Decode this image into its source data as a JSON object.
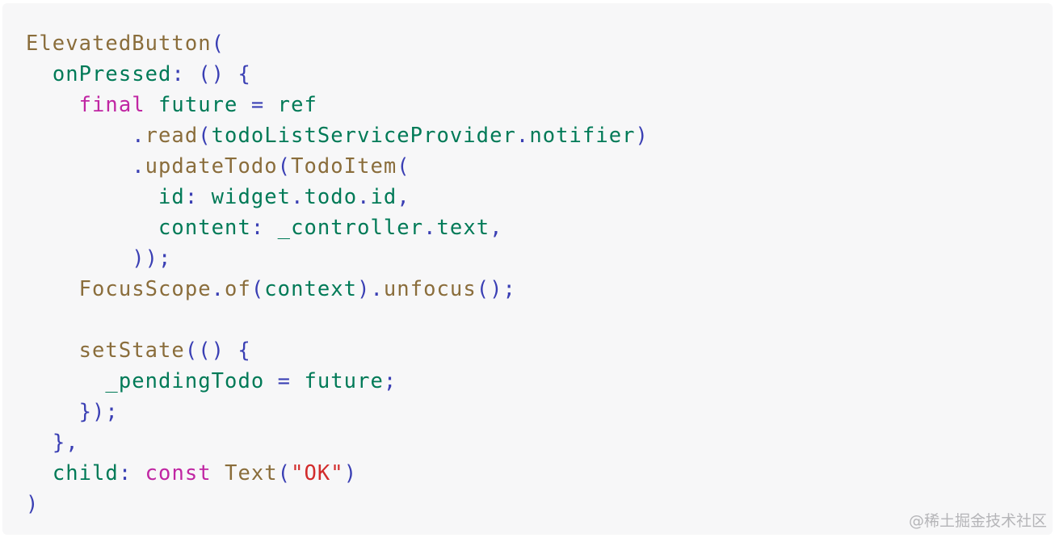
{
  "colors": {
    "background": "#f7f7f8",
    "function": "#8a6d3b",
    "keyword": "#c026a3",
    "identifier": "#007a57",
    "string": "#d22c2c",
    "punctuation": "#3a3fb4",
    "watermark": "#b5b5b8"
  },
  "code": {
    "lines": [
      [
        {
          "t": "ElevatedButton",
          "k": "fn"
        },
        {
          "t": "(",
          "k": "punc"
        }
      ],
      [
        {
          "t": "  ",
          "k": "ws"
        },
        {
          "t": "onPressed",
          "k": "id"
        },
        {
          "t": ": () {",
          "k": "punc"
        }
      ],
      [
        {
          "t": "    ",
          "k": "ws"
        },
        {
          "t": "final",
          "k": "kw"
        },
        {
          "t": " ",
          "k": "ws"
        },
        {
          "t": "future",
          "k": "id"
        },
        {
          "t": " = ",
          "k": "punc"
        },
        {
          "t": "ref",
          "k": "id"
        }
      ],
      [
        {
          "t": "        ",
          "k": "ws"
        },
        {
          "t": ".",
          "k": "punc"
        },
        {
          "t": "read",
          "k": "fn"
        },
        {
          "t": "(",
          "k": "punc"
        },
        {
          "t": "todoListServiceProvider",
          "k": "id"
        },
        {
          "t": ".",
          "k": "punc"
        },
        {
          "t": "notifier",
          "k": "id"
        },
        {
          "t": ")",
          "k": "punc"
        }
      ],
      [
        {
          "t": "        ",
          "k": "ws"
        },
        {
          "t": ".",
          "k": "punc"
        },
        {
          "t": "updateTodo",
          "k": "fn"
        },
        {
          "t": "(",
          "k": "punc"
        },
        {
          "t": "TodoItem",
          "k": "fn"
        },
        {
          "t": "(",
          "k": "punc"
        }
      ],
      [
        {
          "t": "          ",
          "k": "ws"
        },
        {
          "t": "id",
          "k": "id"
        },
        {
          "t": ": ",
          "k": "punc"
        },
        {
          "t": "widget",
          "k": "id"
        },
        {
          "t": ".",
          "k": "punc"
        },
        {
          "t": "todo",
          "k": "id"
        },
        {
          "t": ".",
          "k": "punc"
        },
        {
          "t": "id",
          "k": "id"
        },
        {
          "t": ",",
          "k": "punc"
        }
      ],
      [
        {
          "t": "          ",
          "k": "ws"
        },
        {
          "t": "content",
          "k": "id"
        },
        {
          "t": ": ",
          "k": "punc"
        },
        {
          "t": "_controller",
          "k": "id"
        },
        {
          "t": ".",
          "k": "punc"
        },
        {
          "t": "text",
          "k": "id"
        },
        {
          "t": ",",
          "k": "punc"
        }
      ],
      [
        {
          "t": "        ",
          "k": "ws"
        },
        {
          "t": "));",
          "k": "punc"
        }
      ],
      [
        {
          "t": "    ",
          "k": "ws"
        },
        {
          "t": "FocusScope",
          "k": "fn"
        },
        {
          "t": ".",
          "k": "punc"
        },
        {
          "t": "of",
          "k": "fn"
        },
        {
          "t": "(",
          "k": "punc"
        },
        {
          "t": "context",
          "k": "id"
        },
        {
          "t": ").",
          "k": "punc"
        },
        {
          "t": "unfocus",
          "k": "fn"
        },
        {
          "t": "();",
          "k": "punc"
        }
      ],
      [],
      [
        {
          "t": "    ",
          "k": "ws"
        },
        {
          "t": "setState",
          "k": "fn"
        },
        {
          "t": "(() {",
          "k": "punc"
        }
      ],
      [
        {
          "t": "      ",
          "k": "ws"
        },
        {
          "t": "_pendingTodo",
          "k": "id"
        },
        {
          "t": " = ",
          "k": "punc"
        },
        {
          "t": "future",
          "k": "id"
        },
        {
          "t": ";",
          "k": "punc"
        }
      ],
      [
        {
          "t": "    ",
          "k": "ws"
        },
        {
          "t": "});",
          "k": "punc"
        }
      ],
      [
        {
          "t": "  ",
          "k": "ws"
        },
        {
          "t": "},",
          "k": "punc"
        }
      ],
      [
        {
          "t": "  ",
          "k": "ws"
        },
        {
          "t": "child",
          "k": "id"
        },
        {
          "t": ": ",
          "k": "punc"
        },
        {
          "t": "const",
          "k": "kw"
        },
        {
          "t": " ",
          "k": "ws"
        },
        {
          "t": "Text",
          "k": "fn"
        },
        {
          "t": "(",
          "k": "punc"
        },
        {
          "t": "\"OK\"",
          "k": "str"
        },
        {
          "t": ")",
          "k": "punc"
        }
      ],
      [
        {
          "t": ")",
          "k": "punc"
        }
      ]
    ]
  },
  "watermark": {
    "text": "@稀土掘金技术社区"
  }
}
